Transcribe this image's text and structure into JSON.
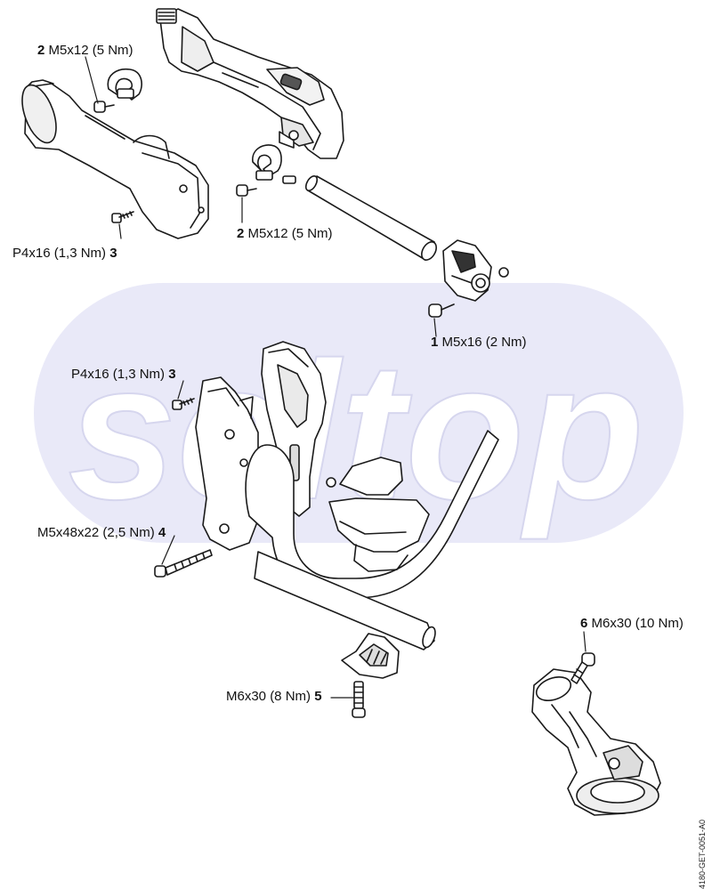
{
  "watermark": "seltop",
  "colors": {
    "watermark_fill": "#e9e9f8",
    "line": "#1a1a1a",
    "part_fill": "#ffffff"
  },
  "callouts": [
    {
      "num": "2",
      "spec": "M5x12 (5 Nm)",
      "num_side": "left"
    },
    {
      "num": "2",
      "spec": "M5x12 (5 Nm)",
      "num_side": "left"
    },
    {
      "num": "3",
      "spec": "P4x16 (1,3 Nm)",
      "num_side": "right"
    },
    {
      "num": "1",
      "spec": "M5x16 (2 Nm)",
      "num_side": "left"
    },
    {
      "num": "3",
      "spec": "P4x16 (1,3 Nm)",
      "num_side": "right"
    },
    {
      "num": "4",
      "spec": "M5x48x22 (2,5 Nm)",
      "num_side": "right"
    },
    {
      "num": "6",
      "spec": "M6x30 (10 Nm)",
      "num_side": "left"
    },
    {
      "num": "5",
      "spec": "M6x30 (8 Nm)",
      "num_side": "right"
    }
  ],
  "drawing_code": "4180-GET-0051-A0"
}
